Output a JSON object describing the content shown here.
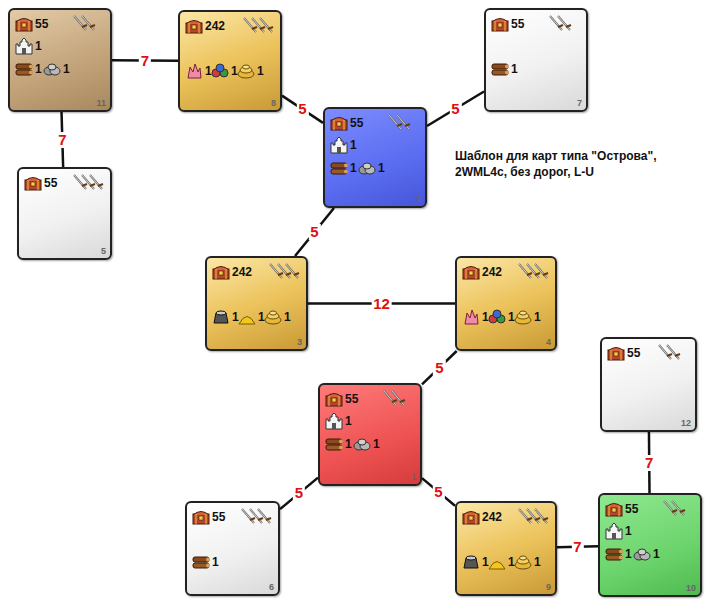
{
  "diagram": {
    "title": "Шаблон для карт типа \"Острова\", 2WML4c, без дорог, L-U",
    "nodes": [
      {
        "text": [
          "55",
          "1",
          "1",
          "1",
          "11"
        ]
      },
      {
        "text": [
          "242",
          "1",
          "1",
          "1",
          "8"
        ]
      },
      {
        "text": [
          "55",
          "1",
          "7"
        ]
      },
      {
        "text": [
          "55",
          "1",
          "1",
          "1",
          "2"
        ]
      },
      {
        "text": [
          "55",
          "5"
        ]
      },
      {
        "text": [
          "242",
          "1",
          "1",
          "1",
          "3"
        ]
      },
      {
        "text": [
          "242",
          "1",
          "1",
          "1",
          "4"
        ]
      },
      {
        "text": [
          "55",
          "12"
        ]
      },
      {
        "text": [
          "55",
          "1",
          "1",
          "1",
          "1"
        ]
      },
      {
        "text": [
          "55",
          "1",
          "6"
        ]
      },
      {
        "text": [
          "242",
          "1",
          "1",
          "1",
          "9"
        ]
      },
      {
        "text": [
          "55",
          "1",
          "1",
          "1",
          "10"
        ]
      }
    ],
    "edges": [
      {
        "from": 0,
        "to": 1,
        "arrow": "none",
        "label": "7"
      },
      {
        "from": 0,
        "to": 4,
        "arrow": "none",
        "label": "7"
      },
      {
        "from": 1,
        "to": 3,
        "arrow": "none",
        "label": "5"
      },
      {
        "from": 3,
        "to": 2,
        "arrow": "none",
        "label": "5"
      },
      {
        "from": 3,
        "to": 5,
        "arrow": "none",
        "label": "5"
      },
      {
        "from": 5,
        "to": 6,
        "arrow": "none",
        "label": "12"
      },
      {
        "from": 6,
        "to": 8,
        "arrow": "none",
        "label": "5"
      },
      {
        "from": 8,
        "to": 9,
        "arrow": "none",
        "label": "5"
      },
      {
        "from": 8,
        "to": 10,
        "arrow": "none",
        "label": "5"
      },
      {
        "from": 10,
        "to": 11,
        "arrow": "none",
        "label": "7"
      },
      {
        "from": 11,
        "to": 7,
        "arrow": "none",
        "label": "7"
      }
    ]
  }
}
